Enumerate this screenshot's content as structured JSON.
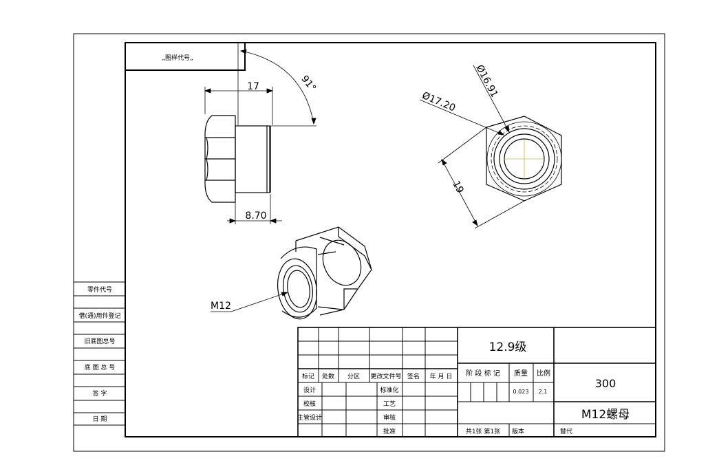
{
  "drawing": {
    "code_label": "„图样代号„",
    "dimensions": {
      "width_top": "17",
      "angle": "91°",
      "width_bottom": "8.70",
      "dia_outer": "Ø17.20",
      "dia_inner": "Ø16.91",
      "across_flats": "19",
      "thread": "M12"
    }
  },
  "side_labels": [
    "零件代号",
    "借(通)用件登记",
    "旧底图总号",
    "底 图 总 号",
    "签    字",
    "日    期"
  ],
  "title_block": {
    "grade": "12.9级",
    "scale_value": "300",
    "part_name": "M12螺母",
    "rev_headers": [
      "标记",
      "处数",
      "分区",
      "更改文件号",
      "签名",
      "年 月 日"
    ],
    "stage_mark": "阶 段 标 记",
    "mass": "质量",
    "ratio": "比例",
    "mass_value": "0.023",
    "ratio_value": "2.1",
    "roles_left": [
      "设计",
      "校核",
      "主管设计"
    ],
    "roles_right": [
      "标准化",
      "工艺",
      "审核",
      "批准"
    ],
    "sheets": "共1张  第1张",
    "version": "版本",
    "replace": "替代"
  }
}
